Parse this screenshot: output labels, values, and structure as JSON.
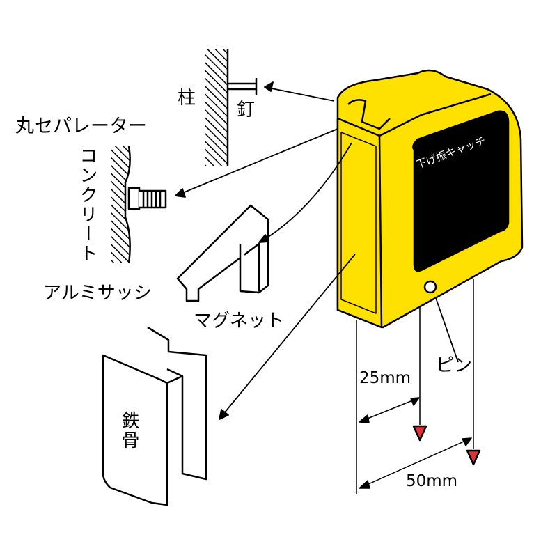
{
  "labels": {
    "pillar": "柱",
    "nail": "釘",
    "round_separator": "丸セパレーター",
    "concrete": "コンクリート",
    "aluminum_sash": "アルミサッシ",
    "magnet": "マグネット",
    "steel_frame": "鉄骨",
    "pin": "ピン",
    "dim_25": "25mm",
    "dim_50": "50mm"
  },
  "device_logo": "下げ振キャッチ",
  "colors": {
    "device": "#FFE100",
    "screen": "#000000",
    "plumb_bob": "#E0303A"
  }
}
